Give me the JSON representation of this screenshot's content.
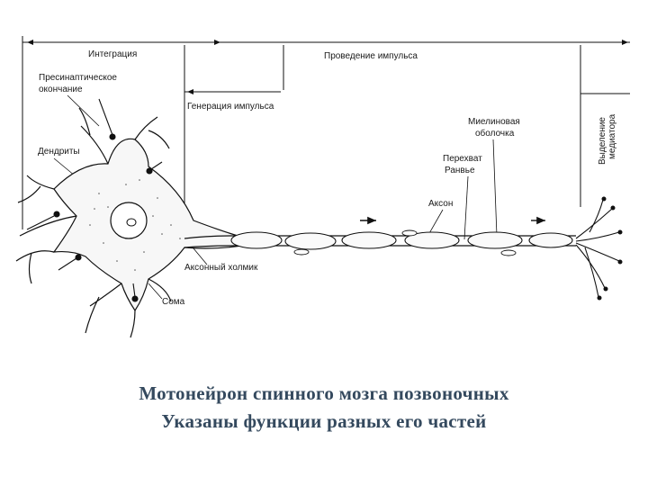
{
  "labels": {
    "integration": "Интеграция",
    "conduction": "Проведение импульса",
    "presynaptic_1": "Пресинаптическое",
    "presynaptic_2": "окончание",
    "generation": "Генерация импульса",
    "dendrites": "Дендриты",
    "myelin_1": "Миелиновая",
    "myelin_2": "оболочка",
    "ranvier_1": "Перехват",
    "ranvier_2": "Ранвье",
    "axon": "Аксон",
    "axon_hillock": "Аксонный холмик",
    "soma": "Сома",
    "release_1": "Выделение",
    "release_2": "медиатора"
  },
  "caption": {
    "line1": "Мотонейрон спинного мозга позвоночных",
    "line2": "Указаны функции разных его частей"
  }
}
